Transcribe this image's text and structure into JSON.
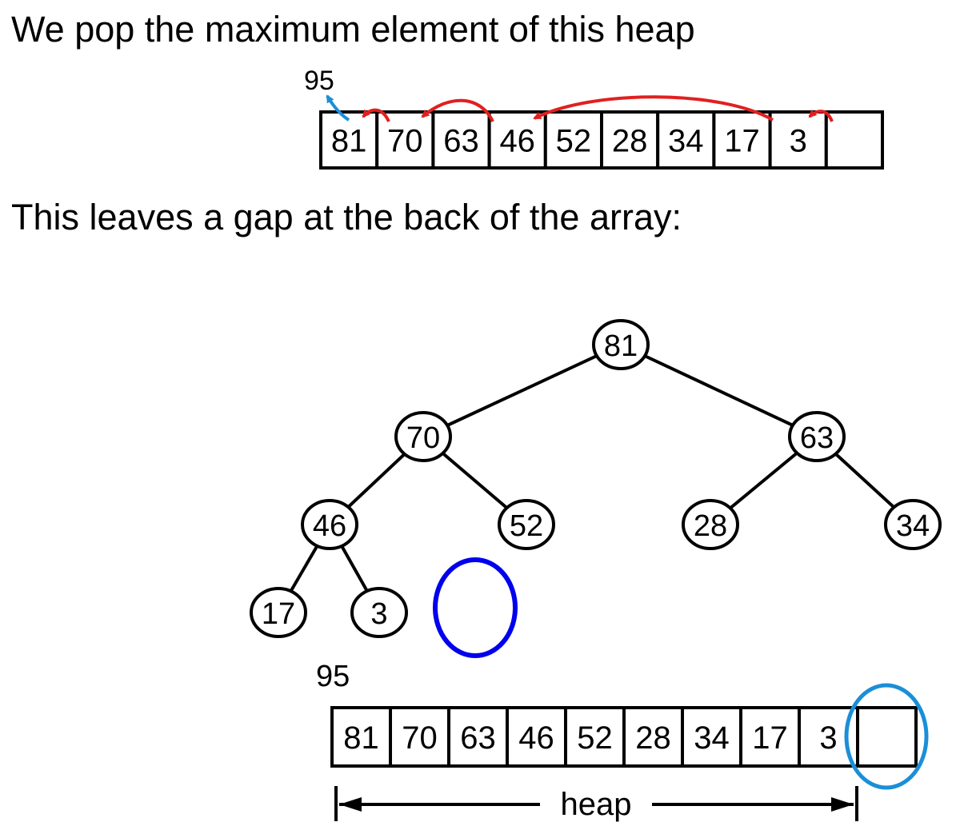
{
  "headings": {
    "line1": "We pop the maximum element of this heap",
    "line2": "This leaves a gap at the back of the array:"
  },
  "top_array": {
    "popped_value": "95",
    "cells": [
      "81",
      "70",
      "63",
      "46",
      "52",
      "28",
      "34",
      "17",
      "3",
      ""
    ]
  },
  "tree": {
    "nodes": [
      {
        "id": "n0",
        "label": "81"
      },
      {
        "id": "n1",
        "label": "70"
      },
      {
        "id": "n2",
        "label": "63"
      },
      {
        "id": "n3",
        "label": "46"
      },
      {
        "id": "n4",
        "label": "52"
      },
      {
        "id": "n5",
        "label": "28"
      },
      {
        "id": "n6",
        "label": "34"
      },
      {
        "id": "n7",
        "label": "17"
      },
      {
        "id": "n8",
        "label": "3"
      },
      {
        "id": "gap",
        "label": ""
      }
    ],
    "edges": [
      [
        "n0",
        "n1"
      ],
      [
        "n0",
        "n2"
      ],
      [
        "n1",
        "n3"
      ],
      [
        "n1",
        "n4"
      ],
      [
        "n2",
        "n5"
      ],
      [
        "n2",
        "n6"
      ],
      [
        "n3",
        "n7"
      ],
      [
        "n3",
        "n8"
      ]
    ]
  },
  "bottom_array": {
    "popped_value": "95",
    "cells": [
      "81",
      "70",
      "63",
      "46",
      "52",
      "28",
      "34",
      "17",
      "3",
      ""
    ],
    "range_label": "heap"
  },
  "colors": {
    "arrow_red": "#e02020",
    "arrow_blue": "#1a8fd8",
    "gap_circle_blue": "#0000ee",
    "back_slot_circle": "#1a8fd8"
  }
}
